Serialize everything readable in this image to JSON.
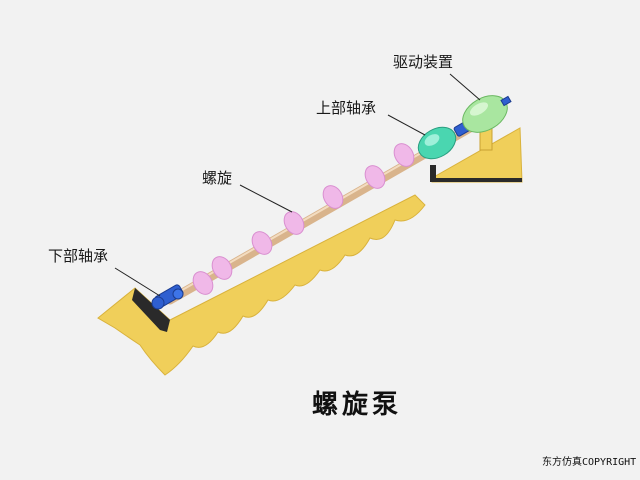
{
  "labels": {
    "drive": "驱动装置",
    "upper_bearing": "上部轴承",
    "screw": "螺旋",
    "lower_bearing": "下部轴承"
  },
  "title": "螺旋泵",
  "copyright": "东方仿真COPYRIGHT",
  "colors": {
    "background": "#f2f2f2",
    "trough": "#f0cf5a",
    "trough_edge": "#d9b23c",
    "shaft": "#d9b48c",
    "helix": "#f0b8e8",
    "bearing_lower": "#2f5fd0",
    "bearing_upper": "#4ad6b0",
    "motor": "#a9e6a0"
  }
}
